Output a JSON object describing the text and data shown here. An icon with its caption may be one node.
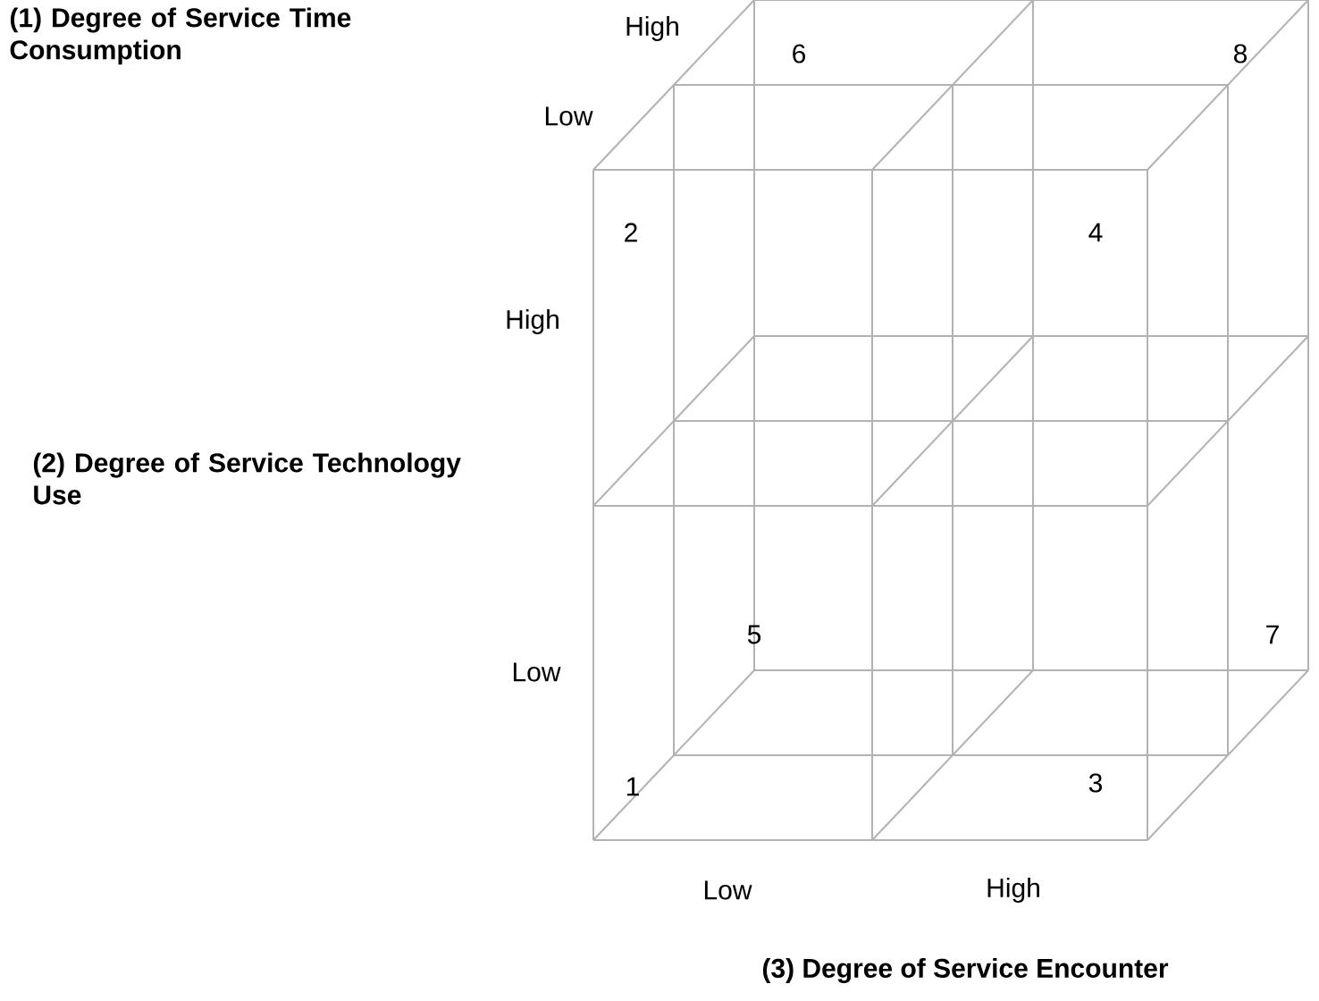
{
  "diagram": {
    "labels": [
      "(1) Degree of Service Time Consumption",
      "High",
      "Low",
      "6",
      "8",
      "2",
      "4",
      "High",
      "(2) Degree of Service Technology Use",
      "5",
      "7",
      "Low",
      "1",
      "3",
      "Low",
      "High",
      "(3) Degree of Service Encounter"
    ]
  }
}
